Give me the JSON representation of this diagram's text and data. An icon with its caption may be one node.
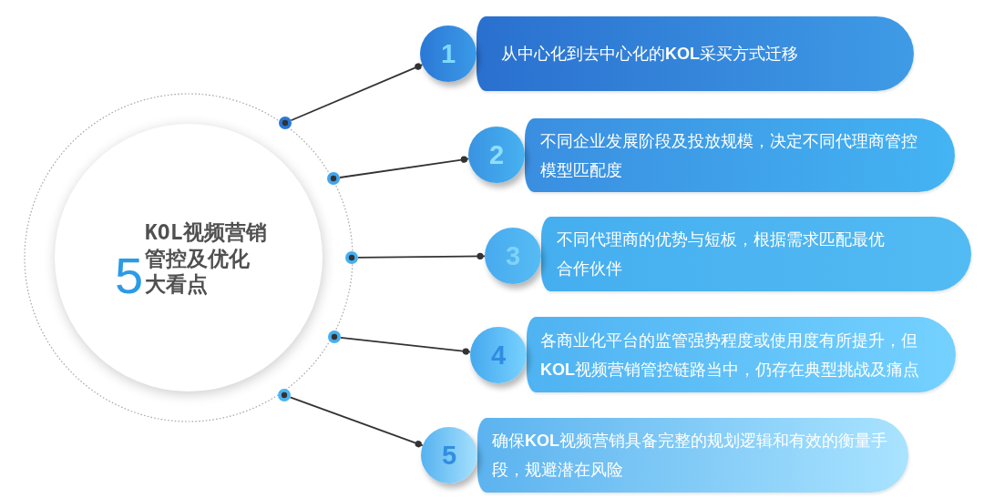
{
  "diagram": {
    "nodes": [
      {
        "text": [
          "5",
          "KOL视频营销管控及优化大看点"
        ]
      },
      {
        "text": [],
        "shape": "circle"
      },
      {
        "text": [
          "1"
        ]
      },
      {
        "text": [
          "从中心化到去中心化的**KOL**采买方式迁移"
        ]
      },
      {
        "text": [],
        "shape": "circle"
      },
      {
        "text": [
          "2"
        ]
      },
      {
        "text": [
          "不同企业发展阶段及投放规模，决定不同代理商管控模型匹配度"
        ]
      },
      {
        "text": [],
        "shape": "circle"
      },
      {
        "text": [
          "3"
        ]
      },
      {
        "text": [
          "不同代理商的优势与短板，根据需求匹配最优合作伙伴"
        ]
      },
      {
        "text": [],
        "shape": "circle"
      },
      {
        "text": [
          "4"
        ]
      },
      {
        "text": [
          "各商业化平台的监管强势程度或使用度有所提升，但**KOL**视频营销管控链路当中，仍存在典型挑战及痛点"
        ]
      },
      {
        "text": [],
        "shape": "circle"
      },
      {
        "text": [
          "5"
        ]
      },
      {
        "text": [
          "确保**KOL**视频营销具备完整的规划逻辑和有效的衡量手段，规避潜在风险"
        ]
      }
    ],
    "edges": [
      {
        "from": 1,
        "to": 2,
        "arrow": "other"
      },
      {
        "from": 4,
        "to": 5,
        "arrow": "other"
      },
      {
        "from": 7,
        "to": 8,
        "arrow": "other"
      },
      {
        "from": 10,
        "to": 11,
        "arrow": "other"
      },
      {
        "from": 13,
        "to": 14,
        "arrow": "other"
      }
    ]
  }
}
